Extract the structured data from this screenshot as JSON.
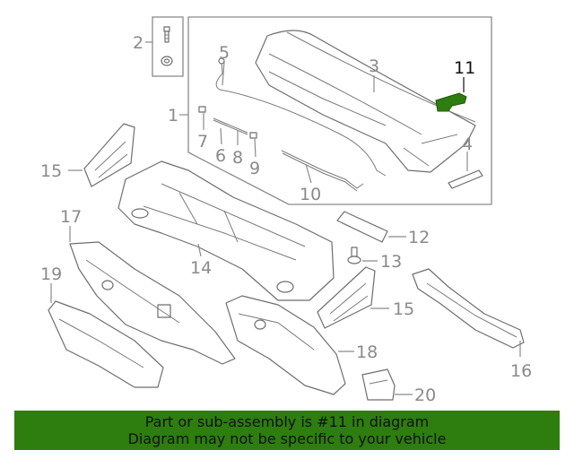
{
  "highlight_color": "#2e7d0f",
  "callouts": {
    "c1": "1",
    "c2": "2",
    "c3": "3",
    "c4": "4",
    "c5": "5",
    "c6": "6",
    "c7": "7",
    "c8": "8",
    "c9": "9",
    "c10": "10",
    "c11": "11",
    "c12": "12",
    "c13": "13",
    "c14": "14",
    "c15a": "15",
    "c15b": "15",
    "c16": "16",
    "c17": "17",
    "c18": "18",
    "c19": "19",
    "c20": "20"
  },
  "banner": {
    "line1": "Part or sub-assembly is #11 in diagram",
    "line2": "Diagram may not be specific to your vehicle"
  }
}
